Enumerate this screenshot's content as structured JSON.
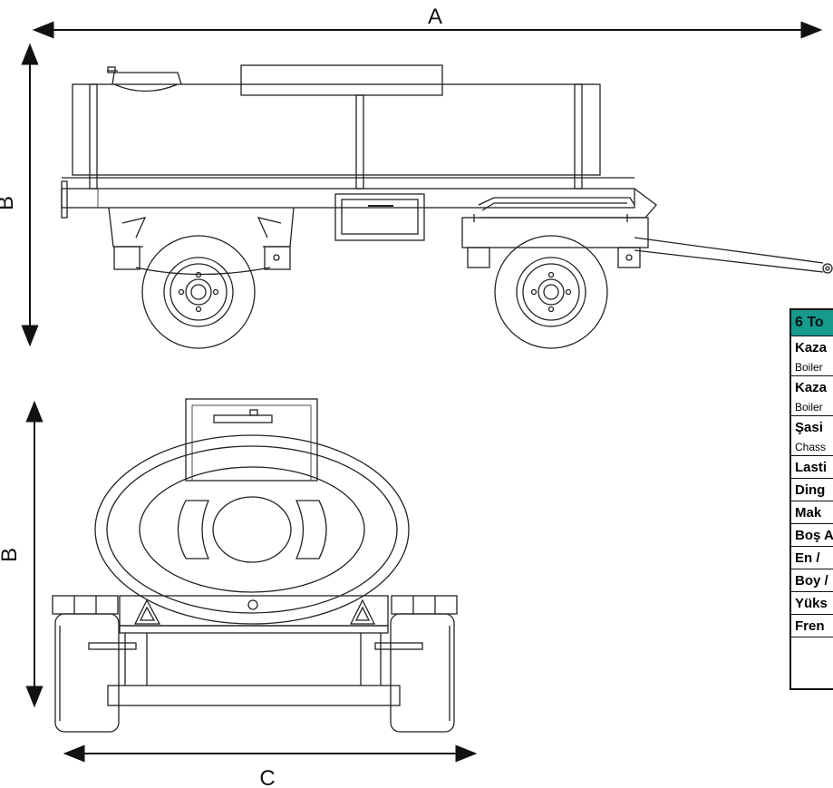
{
  "dimensions": {
    "a": "A",
    "b_side": "B",
    "b_rear": "B",
    "c": "C"
  },
  "table": {
    "header": "6 To",
    "rows": [
      {
        "bold": "Kaza",
        "small": "Boiler"
      },
      {
        "bold": "Kaza",
        "small": "Boiler"
      },
      {
        "bold": "Şasi",
        "small": "Chass"
      },
      {
        "bold": "Lasti"
      },
      {
        "bold": "Ding"
      },
      {
        "bold": "Mak"
      },
      {
        "bold": "Boş A"
      },
      {
        "bold": "En /"
      },
      {
        "bold": "Boy /"
      },
      {
        "bold": "Yüks"
      },
      {
        "bold": "Fren"
      },
      {
        "bold": ""
      }
    ]
  }
}
